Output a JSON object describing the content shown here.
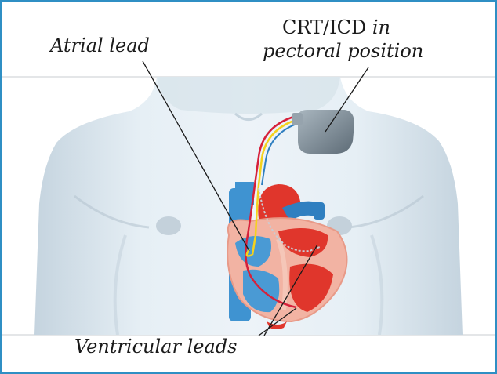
{
  "labels": {
    "atrial": "Atrial lead",
    "device_main": "CRT/ICD",
    "device_in": "in",
    "device_position": "pectoral position",
    "ventricular": "Ventricular leads"
  },
  "colors": {
    "frame": "#2f8fc4",
    "skin_light": "#e4eef5",
    "skin_shade": "#b7c7d3",
    "heart_red": "#e0362c",
    "heart_pink": "#f2b3a3",
    "heart_blue": "#4a9ad4",
    "device_grey": "#7d8b96",
    "lead_yellow": "#f4d21c",
    "lead_red": "#d6203a"
  },
  "icons": [
    "torso-illustration",
    "heart-illustration",
    "device-icon"
  ]
}
